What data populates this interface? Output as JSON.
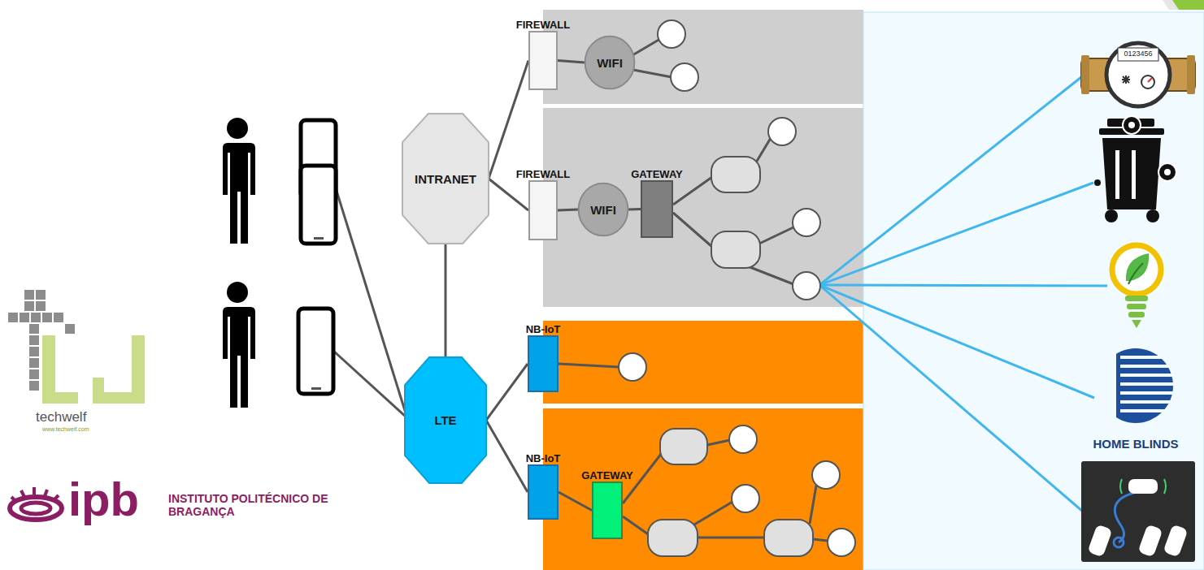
{
  "diagram": {
    "nodes": [
      {
        "text": [
          "INTRANET"
        ]
      },
      {
        "text": [
          "LTE"
        ]
      },
      {
        "text": [
          "FIREWALL"
        ]
      },
      {
        "text": [
          "WIFI"
        ]
      },
      {
        "text": [
          "FIREWALL"
        ]
      },
      {
        "text": [
          "WIFI"
        ]
      },
      {
        "text": [
          "GATEWAY"
        ]
      },
      {
        "text": [
          "NB-IoT"
        ]
      },
      {
        "text": [
          "NB-IoT"
        ]
      },
      {
        "text": [
          "GATEWAY"
        ]
      }
    ],
    "edges": [
      {
        "from": 0,
        "to": 2,
        "arrow": "none"
      },
      {
        "from": 0,
        "to": 4,
        "arrow": "none"
      },
      {
        "from": 0,
        "to": 1,
        "arrow": "none"
      },
      {
        "from": 1,
        "to": 7,
        "arrow": "none"
      },
      {
        "from": 1,
        "to": 8,
        "arrow": "none"
      },
      {
        "from": 2,
        "to": 3,
        "arrow": "none"
      },
      {
        "from": 4,
        "to": 5,
        "arrow": "none"
      },
      {
        "from": 5,
        "to": 6,
        "arrow": "none"
      },
      {
        "from": 8,
        "to": 9,
        "arrow": "none"
      }
    ],
    "labels": [
      "techwelf",
      "www.techwelf.com",
      "ipb",
      "INSTITUTO POLITÉCNICO DE BRAGANÇA",
      "0123456",
      "HOME BLINDS"
    ]
  }
}
